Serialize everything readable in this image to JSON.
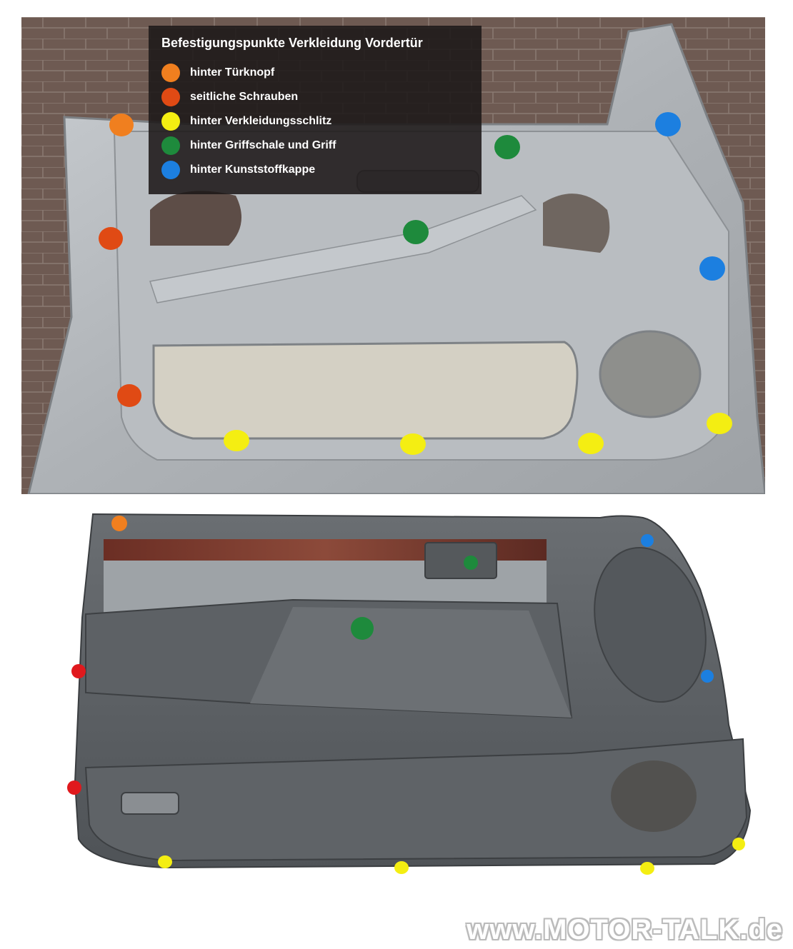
{
  "legend": {
    "title": "Befestigungspunkte Verkleidung Vordertür",
    "items": [
      {
        "label": "hinter Türknopf",
        "color": "#f07f1f"
      },
      {
        "label": "seitliche Schrauben",
        "color": "#e04a14"
      },
      {
        "label": "hinter Verkleidungsschlitz",
        "color": "#f4ee12"
      },
      {
        "label": "hinter Griffschale und Griff",
        "color": "#1e8a3c"
      },
      {
        "label": "hinter Kunststoffkappe",
        "color": "#1c7fe0"
      }
    ]
  },
  "colors": {
    "door_metal": "#b8bcc0",
    "brick_background": "#6e5a52",
    "panel_gray": "#5b5f63",
    "wood_trim": "#7a3b2e",
    "panel_red_marker": "#e0191d"
  },
  "watermark": "www.MOTOR-TALK.de"
}
